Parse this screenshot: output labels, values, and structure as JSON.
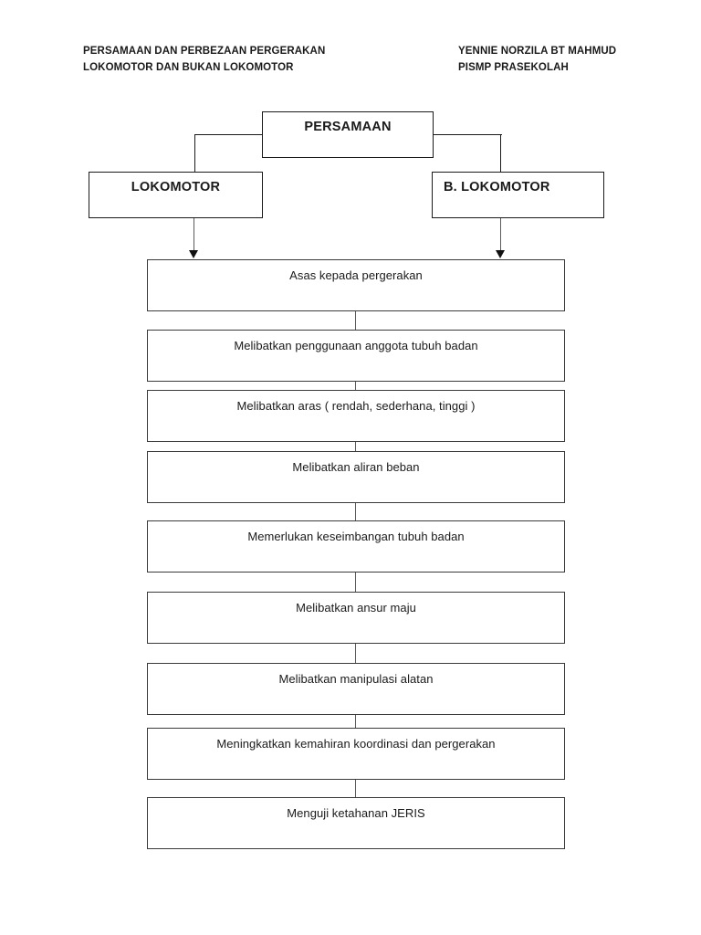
{
  "header": {
    "left_lines": [
      "PERSAMAAN DAN PERBEZAAN PERGERAKAN",
      "LOKOMOTOR DAN BUKAN LOKOMOTOR"
    ],
    "right_lines": [
      "YENNIE NORZILA BT MAHMUD",
      "PISMP PRASEKOLAH"
    ]
  },
  "diagram": {
    "root": {
      "label": "PERSAMAAN"
    },
    "branches": [
      {
        "label": "LOKOMOTOR"
      },
      {
        "label": "B. LOKOMOTOR"
      }
    ],
    "items": [
      {
        "label": "Asas kepada pergerakan"
      },
      {
        "label": "Melibatkan penggunaan anggota tubuh badan"
      },
      {
        "label": "Melibatkan aras ( rendah, sederhana, tinggi )"
      },
      {
        "label": "Melibatkan aliran beban"
      },
      {
        "label": "Memerlukan keseimbangan tubuh badan"
      },
      {
        "label": "Melibatkan ansur maju"
      },
      {
        "label": "Melibatkan manipulasi alatan"
      },
      {
        "label": "Meningkatkan kemahiran koordinasi dan pergerakan"
      },
      {
        "label": "Menguji ketahanan JERIS"
      }
    ]
  },
  "colors": {
    "ink": "#1a1a1a",
    "box_border": "#3a3a3a",
    "connector": "#5a5a5a",
    "page_background": "#ffffff"
  }
}
